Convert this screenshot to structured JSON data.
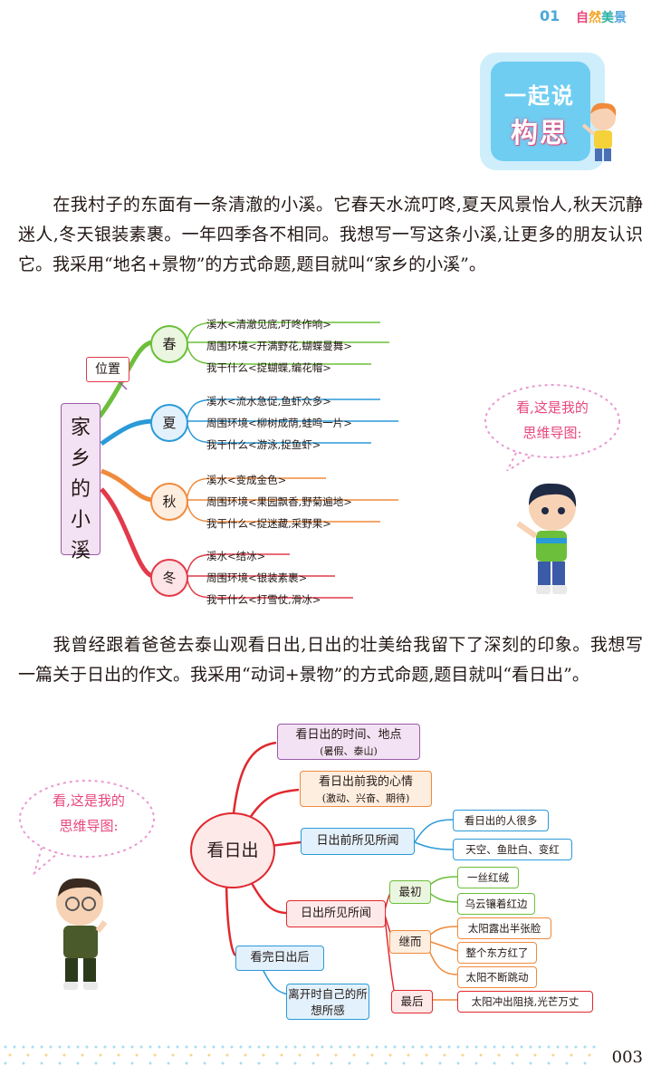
{
  "header": {
    "chapter_number": "01",
    "chapter_title": [
      "自",
      "然",
      "美",
      "景"
    ]
  },
  "badge": {
    "line1": "一起说",
    "line2": "构思"
  },
  "paragraph1": "在我村子的东面有一条清澈的小溪。它春天水流叮咚,夏天风景怡人,秋天沉静迷人,冬天银装素裹。一年四季各不相同。我想写一写这条小溪,让更多的朋友认识它。我采用“地名+景物”的方式命题,题目就叫“家乡的小溪”。",
  "mindmap1": {
    "center": "家乡的小溪",
    "tag": "位置",
    "seasons": [
      {
        "name": "春",
        "items": [
          "溪水<清澈见底,叮咚作响>",
          "周围环境<开满野花,蝴蝶曼舞>",
          "我干什么<捉蝴蝶,编花帽>"
        ]
      },
      {
        "name": "夏",
        "items": [
          "溪水<流水急促,鱼虾众多>",
          "周围环境<柳树成荫,蛙鸣一片>",
          "我干什么<游泳,捉鱼虾>"
        ]
      },
      {
        "name": "秋",
        "items": [
          "溪水<变成金色>",
          "周围环境<果园飘香,野菊遍地>",
          "我干什么<捉迷藏,采野果>"
        ]
      },
      {
        "name": "冬",
        "items": [
          "溪水<结冰>",
          "周围环境<银装素裹>",
          "我干什么<打雪仗,滑冰>"
        ]
      }
    ],
    "bubble": [
      "看,这是我的",
      "思维导图:"
    ]
  },
  "paragraph2": "我曾经跟着爸爸去泰山观看日出,日出的壮美给我留下了深刻的印象。我想写一篇关于日出的作文。我采用“动词+景物”的方式命题,题目就叫“看日出”。",
  "mindmap2": {
    "center": "看日出",
    "bubble": [
      "看,这是我的",
      "思维导图:"
    ],
    "time_place": "看日出的时间、地点",
    "time_place_sub": "(暑假、泰山)",
    "mood": "看日出前我的心情",
    "mood_sub": "(激动、兴奋、期待)",
    "before": "日出前所见所闻",
    "before_items": [
      "看日出的人很多",
      "天空、鱼肚白、变红"
    ],
    "during": "日出所见所闻",
    "stage1": "最初",
    "stage1_items": [
      "一丝红绒",
      "乌云镶着红边"
    ],
    "stage2": "继而",
    "stage2_items": [
      "太阳露出半张脸",
      "整个东方红了",
      "太阳不断跳动"
    ],
    "stage3": "最后",
    "stage3_items": [
      "太阳冲出阻挠,光芒万丈"
    ],
    "after": "看完日出后",
    "after_item": "离开时自己的所想所感"
  },
  "page_number": "003",
  "colors": {
    "spring": "#6cbf3a",
    "summer": "#2a9ad8",
    "autumn": "#f08a3c",
    "winter": "#e23a4a",
    "red": "#e0282f",
    "purple": "#9a5aa8"
  }
}
